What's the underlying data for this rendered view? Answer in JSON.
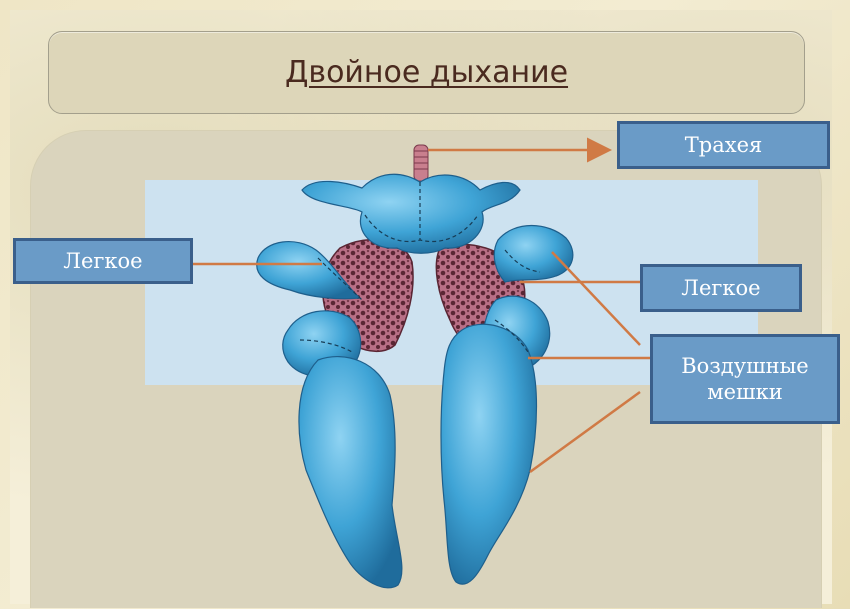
{
  "title": "Двойное дыхание",
  "labels": {
    "trachea": "Трахея",
    "lung_left": "Легкое",
    "lung_right": "Легкое",
    "air_sacs_line1": "Воздушные",
    "air_sacs_line2": "мешки"
  },
  "colors": {
    "title_box_fill": "#ddd6b9",
    "title_text": "#4a2a1f",
    "content_panel": "#dad4bd",
    "light_panel": "#cde2f0",
    "label_fill": "#6a9bc7",
    "label_border": "#3a5f8b",
    "leader_lines": "#d07a45",
    "air_sac_fill": "#3fa4d6",
    "lung_fill": "#a8506a"
  }
}
